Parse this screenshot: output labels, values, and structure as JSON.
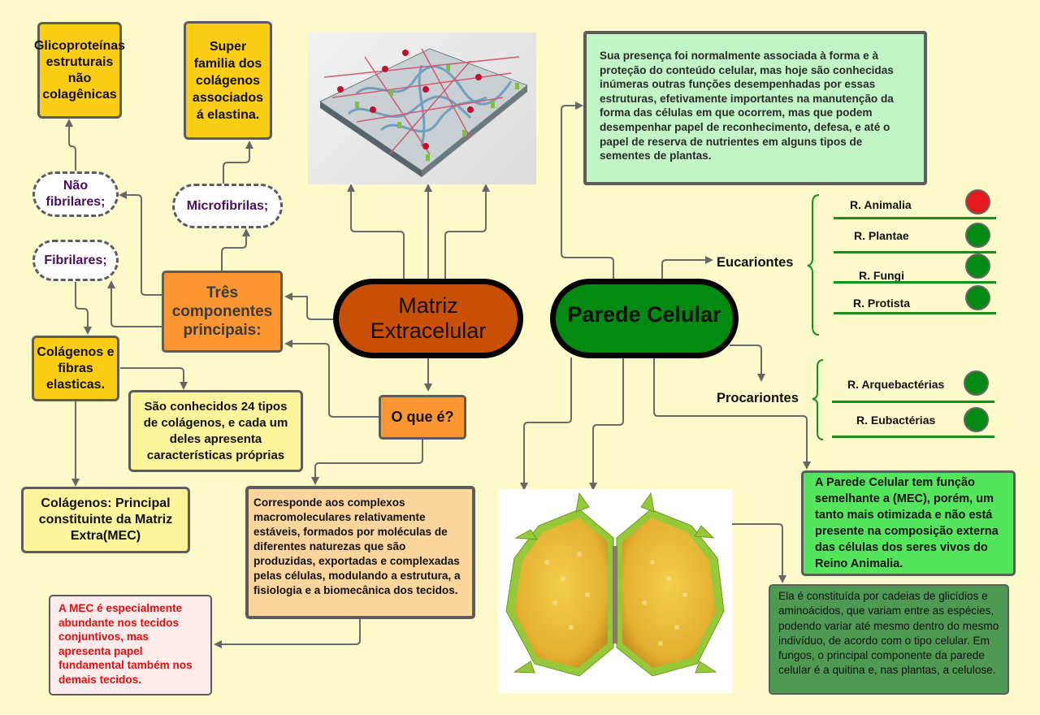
{
  "title": "Matriz Extracelular e Parede Celular",
  "mec": {
    "center": "Matriz Extracelular",
    "components": "Três componentes principais:",
    "nao_fibrilares": "Não fibrilares;",
    "fibrilares": "Fibrilares;",
    "microfibrilas": "Microfibrilas;",
    "glicoproteinas": "Glicoproteínas estruturais não colagênicas",
    "super_familia": "Super familia dos colágenos associados á elastina.",
    "colagenos_fibras": "Colágenos e fibras elasticas.",
    "tipos_colagenos": "São conhecidos 24 tipos de colágenos, e cada um deles apresenta características próprias",
    "colagenos_principal": "Colágenos: Principal constituinte da Matriz Extra(MEC)",
    "o_que_e": "O que é?",
    "definicao": "Corresponde aos complexos macromoleculares relativamente estáveis, formados por moléculas de diferentes naturezas que são produzidas, exportadas e complexadas pelas células, modulando a estrutura, a fisiologia e a biomecânica dos tecidos.",
    "abundante": "A MEC é especialmente abundante nos tecidos conjuntivos, mas apresenta papel fundamental também nos demais tecidos.",
    "image_icon": "extracellular-matrix-illustration"
  },
  "parede": {
    "center": "Parede Celular",
    "funcoes": "Sua presença foi normalmente associada à forma e à proteção do conteúdo celular, mas hoje são conhecidas inúmeras outras funções desempenhadas por essas estruturas, efetivamente importantes na manutenção da forma das células em que ocorrem, mas que podem desempenhar papel de reconhecimento, defesa, e até o papel de reserva de nutrientes em alguns tipos de sementes de plantas.",
    "eucariontes": "Eucariontes",
    "procariontes": "Procariontes",
    "eucariontes_reinos": [
      {
        "label": "R. Animalia",
        "status_color": "#e3191b"
      },
      {
        "label": "R. Plantae",
        "status_color": "#038a12"
      },
      {
        "label": "R. Fungi",
        "status_color": "#038a12"
      },
      {
        "label": "R. Protista",
        "status_color": "#038a12"
      }
    ],
    "procariontes_reinos": [
      {
        "label": "R. Arquebactérias",
        "status_color": "#038a12"
      },
      {
        "label": "R. Eubactérias",
        "status_color": "#038a12"
      }
    ],
    "funcao_semelhante": "A Parede Celular tem função semelhante a (MEC), porém, um tanto mais otimizada e não está presente na composição externa das células dos seres vivos do Reino Animalia.",
    "constituida": "Ela é constituída por cadeias de glicídios e aminoácidos, que variam entre as espécies, podendo variar até mesmo dentro do mesmo indivíduo, de acordo com o tipo celular. Em fungos, o principal componente da parede celular é a quitina e, nas plantas, a celulose.",
    "image_icon": "plant-cell-wall-illustration"
  },
  "colors": {
    "background": "#fcf9cb",
    "mec_center": "#c94f04",
    "parede_center": "#038a12",
    "orange_box": "#fc9632",
    "yellow_box": "#fccd15",
    "green_box": "#55e55d",
    "dark_green_box": "#4e9a53",
    "light_green_box": "#c1f5c6",
    "pink_box": "#feecec",
    "red_text": "#e10f0f",
    "purple_text": "#4b0c62"
  }
}
